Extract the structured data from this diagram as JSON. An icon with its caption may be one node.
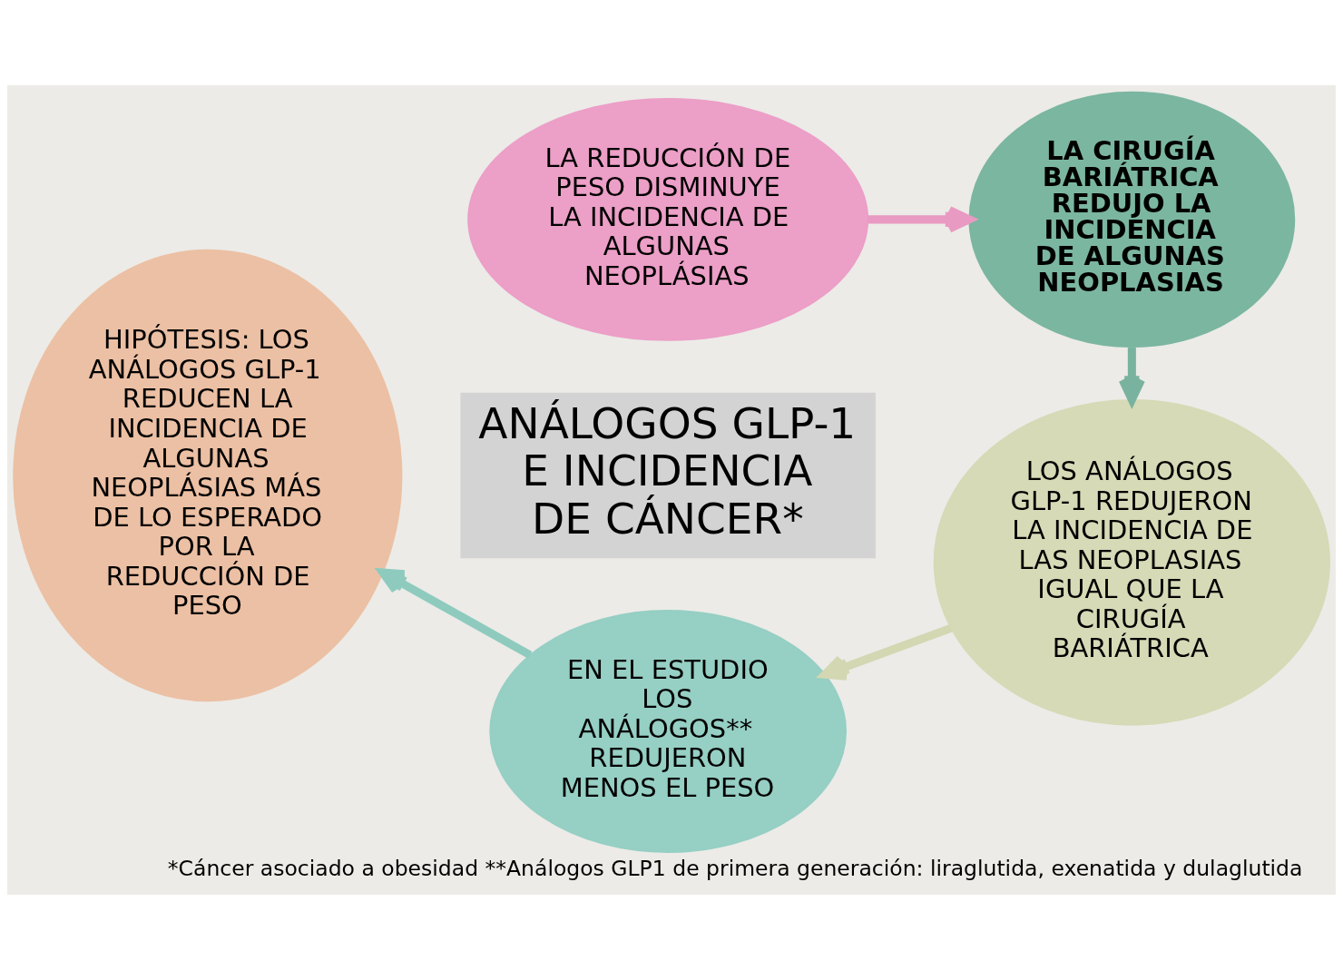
{
  "diagram": {
    "title": "ANÁLOGOS GLP-1 E INCIDENCIA DE CÁNCER*",
    "caption": "*Cáncer asociado a obesidad **Análogos GLP1 de primera generación: liraglutida, exenatida y dulaglutida",
    "nodes": [
      {
        "text": [
          "LA REDUCCIÓN DE PESO DISMINUYE LA INCIDENCIA DE ALGUNAS NEOPLÁSIAS"
        ]
      },
      {
        "text": [
          "LA CIRUGÍA BARIÁTRICA REDUJO LA INCIDENCIA DE ALGUNAS NEOPLASIAS"
        ]
      },
      {
        "text": [
          "LOS ANÁLOGOS GLP-1 REDUJERON LA INCIDENCIA DE LAS NEOPLASIAS IGUAL QUE LA CIRUGÍA BARIÁTRICA"
        ]
      },
      {
        "text": [
          "EN EL ESTUDIO LOS ANÁLOGOS** REDUJERON MENOS EL PESO"
        ]
      },
      {
        "text": [
          "HIPÓTESIS: LOS ANÁLOGOS GLP-1 REDUCEN LA INCIDENCIA DE ALGUNAS NEOPLÁSIAS MÁS DE LO ESPERADO POR LA REDUCCIÓN DE PESO"
        ]
      }
    ],
    "edges": [
      {
        "from": 0,
        "to": 1,
        "arrow": "to",
        "color": "#e89ac2"
      },
      {
        "from": 1,
        "to": 2,
        "arrow": "to",
        "color": "#79b39f"
      },
      {
        "from": 2,
        "to": 3,
        "arrow": "to",
        "color": "#d3d7b2"
      },
      {
        "from": 3,
        "to": 4,
        "arrow": "to",
        "color": "#8ecbbe"
      }
    ]
  }
}
